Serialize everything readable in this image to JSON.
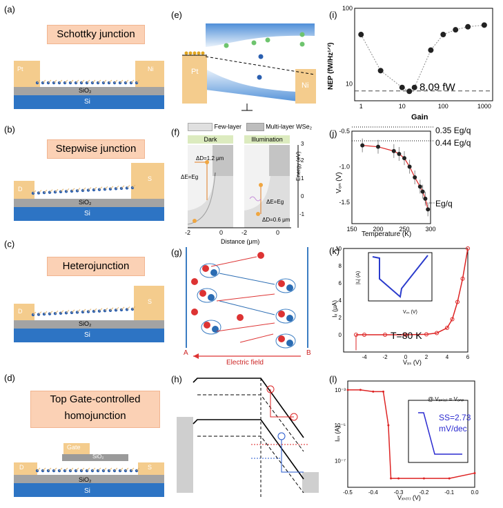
{
  "panels": {
    "a": {
      "letter": "(a)",
      "title": "Schottky junction",
      "left": "Pt",
      "right": "Ni",
      "oxide": "SiO₂",
      "substrate": "Si"
    },
    "b": {
      "letter": "(b)",
      "title": "Stepwise junction",
      "left": "D",
      "right": "S",
      "oxide": "SiO₂",
      "substrate": "Si"
    },
    "c": {
      "letter": "(c)",
      "title": "Heterojunction",
      "left": "D",
      "right": "S",
      "oxide": "SiO₂",
      "substrate": "Si"
    },
    "d": {
      "letter": "(d)",
      "title_line1": "Top Gate-controlled",
      "title_line2": "homojunction",
      "left": "D",
      "right": "S",
      "gate": "Gate",
      "gate_oxide": "SiO₂",
      "oxide": "SiO₂",
      "substrate": "Si"
    },
    "e": {
      "letter": "(e)",
      "left": "Pt",
      "right": "Ni"
    },
    "f": {
      "letter": "(f)",
      "legend_few": "Few-layer",
      "legend_multi": "Multi-layer WSe₂",
      "tab_dark": "Dark",
      "tab_illum": "Illumination",
      "xlabel": "Distance (μm)",
      "ylabel": "Energy (eV)",
      "ann_d1": "ΔD=1.2 μm",
      "ann_e1": "ΔE=Eɡ",
      "ann_e2": "ΔE=Eɡ",
      "ann_d2": "ΔD=0.6 μm",
      "xticks": [
        "-2",
        "0",
        "-2",
        "0"
      ],
      "yticks": [
        "3",
        "2",
        "1",
        "0",
        "-1"
      ]
    },
    "g": {
      "letter": "(g)",
      "label_a": "A",
      "label_b": "B",
      "field": "Electric field"
    },
    "h": {
      "letter": "(h)"
    },
    "i": {
      "letter": "(i)",
      "ylabel": "NEP (fW/Hz¹ᐟ²)",
      "xlabel": "Gain",
      "annotation": "8.09 fW"
    },
    "j": {
      "letter": "(j)",
      "ylabel": "Vₒₙ (V)",
      "xlabel": "Temperature (K)",
      "ann1": "0.35 Eɡ/q",
      "ann2": "0.44 Eɡ/q",
      "ann3": "Eɡ/q"
    },
    "k": {
      "letter": "(k)",
      "ylabel": "Iₓ (μA)",
      "xlabel": "Vₓₛ (V)",
      "annotation": "T=80 K",
      "inset_ylabel": "|Iₓ| (A)",
      "inset_xlabel": "Vₓₛ (V)"
    },
    "l": {
      "letter": "(l)",
      "ylabel": "Iₓₛ (A)",
      "xlabel": "Vₓₛ₍ₜ₎ (V)",
      "inset_title": "@ Vₓₛ₍₆₎ = Vₒₙₚ",
      "ss_line1": "SS=2.73",
      "ss_line2": "mV/dec"
    }
  },
  "chart_data": [
    {
      "panel": "i",
      "type": "scatter",
      "x": [
        1,
        3,
        10,
        15,
        20,
        50,
        100,
        200,
        400,
        1000
      ],
      "values": [
        45,
        15,
        9,
        8,
        9,
        28,
        45,
        52,
        57,
        60
      ],
      "xlabel": "Gain",
      "ylabel": "NEP (fW/Hz¹ᐟ²)",
      "xscale": "log",
      "yscale": "log",
      "xticks": [
        "1",
        "10",
        "100",
        "1000"
      ],
      "yticks": [
        "10",
        "100"
      ],
      "hline": 8.09,
      "hline_label": "8.09 fW"
    },
    {
      "panel": "j",
      "type": "scatter",
      "x": [
        170,
        200,
        230,
        240,
        250,
        260,
        270,
        280,
        285,
        290,
        295
      ],
      "values": [
        -0.7,
        -0.72,
        -0.78,
        -0.82,
        -0.88,
        -1.0,
        -1.15,
        -1.28,
        -1.35,
        -1.45,
        -1.6
      ],
      "xlabel": "Temperature (K)",
      "ylabel": "Vₒₙ (V)",
      "xlim": [
        150,
        300
      ],
      "ylim": [
        -1.8,
        -0.5
      ],
      "xticks": [
        "150",
        "200",
        "250",
        "300"
      ],
      "yticks": [
        "-0.5",
        "-1.0",
        "-1.5"
      ]
    },
    {
      "panel": "k",
      "type": "line",
      "x": [
        -4.8,
        -4,
        -2,
        0,
        2,
        3,
        4,
        4.5,
        5,
        5.5,
        6
      ],
      "values": [
        0,
        0,
        0,
        0,
        0.05,
        0.2,
        0.8,
        1.8,
        3.8,
        6.5,
        10
      ],
      "xlabel": "Vₓₛ (V)",
      "ylabel": "Iₓ (μA)",
      "xlim": [
        -6,
        6
      ],
      "ylim": [
        -2,
        10
      ],
      "xticks": [
        "-4",
        "-2",
        "0",
        "2",
        "4",
        "6"
      ],
      "yticks": [
        "0",
        "2",
        "4",
        "6",
        "8",
        "10"
      ],
      "annotation": "T=80 K"
    },
    {
      "panel": "l",
      "type": "line",
      "x": [
        -0.5,
        -0.45,
        -0.4,
        -0.36,
        -0.34,
        -0.33,
        -0.3,
        -0.2,
        -0.1,
        0.0
      ],
      "values": [
        0.001,
        0.001,
        0.0008,
        0.0008,
        1e-05,
        1e-08,
        1e-08,
        1e-08,
        1e-08,
        2e-08
      ],
      "xlabel": "Vₓₛ₍ₜ₎ (V)",
      "ylabel": "Iₓₛ (A)",
      "xlim": [
        -0.5,
        0.0
      ],
      "yscale": "log",
      "xticks": [
        "-0.5",
        "-0.4",
        "-0.3",
        "-0.2",
        "-0.1",
        "0.0"
      ],
      "yticks": [
        "10⁻³",
        "10⁻⁵",
        "10⁻⁷"
      ]
    }
  ]
}
